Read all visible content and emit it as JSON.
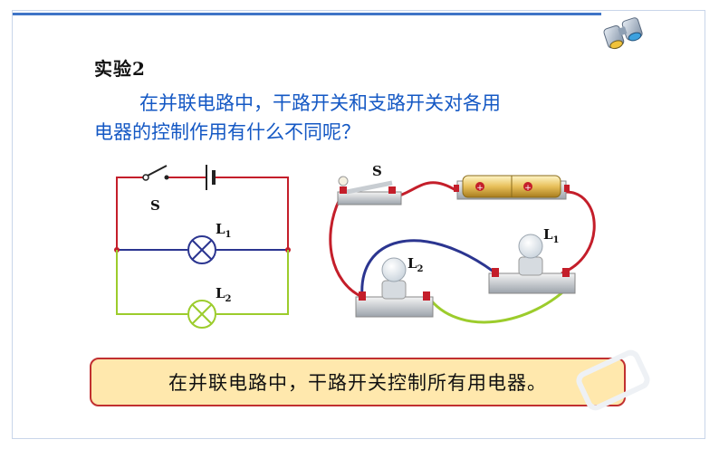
{
  "heading": "实验2",
  "question": {
    "line1": "在并联电路中，干路开关和支路开关对各用",
    "line2": "电器的控制作用有什么不同呢？"
  },
  "schematic": {
    "switch_label": "S",
    "lamp1_label": "L",
    "lamp1_sub": "1",
    "lamp2_label": "L",
    "lamp2_sub": "2"
  },
  "photo": {
    "switch_label": "S",
    "lamp1_label": "L",
    "lamp1_sub": "1",
    "lamp2_label": "L",
    "lamp2_sub": "2"
  },
  "conclusion": "在并联电路中，干路开关控制所有用电器。",
  "colors": {
    "title_blue": "#1458c4",
    "main_wire": "#c41e2a",
    "branch1_wire": "#2b3590",
    "branch2_wire": "#9ccc2c",
    "box_border": "#c13030",
    "box_fill": "#ffe8ad"
  },
  "icons": [
    "binoculars-icon",
    "switch-symbol",
    "battery-symbol",
    "lamp-symbol"
  ]
}
